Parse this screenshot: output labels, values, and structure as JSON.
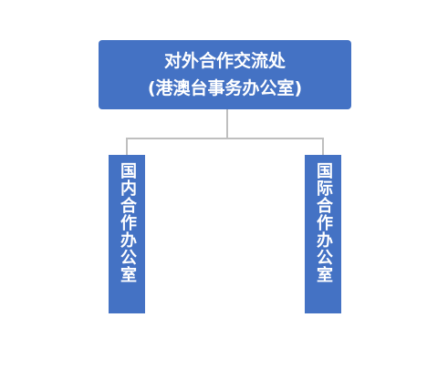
{
  "root": {
    "title": "对外合作交流处",
    "subtitle": "(港澳台事务办公室)"
  },
  "children": [
    {
      "label": "国内合作办公室"
    },
    {
      "label": "国际合作办公室"
    }
  ],
  "colors": {
    "box_fill": "#4472c4",
    "text": "#ffffff",
    "connector": "#bfbfbf"
  }
}
